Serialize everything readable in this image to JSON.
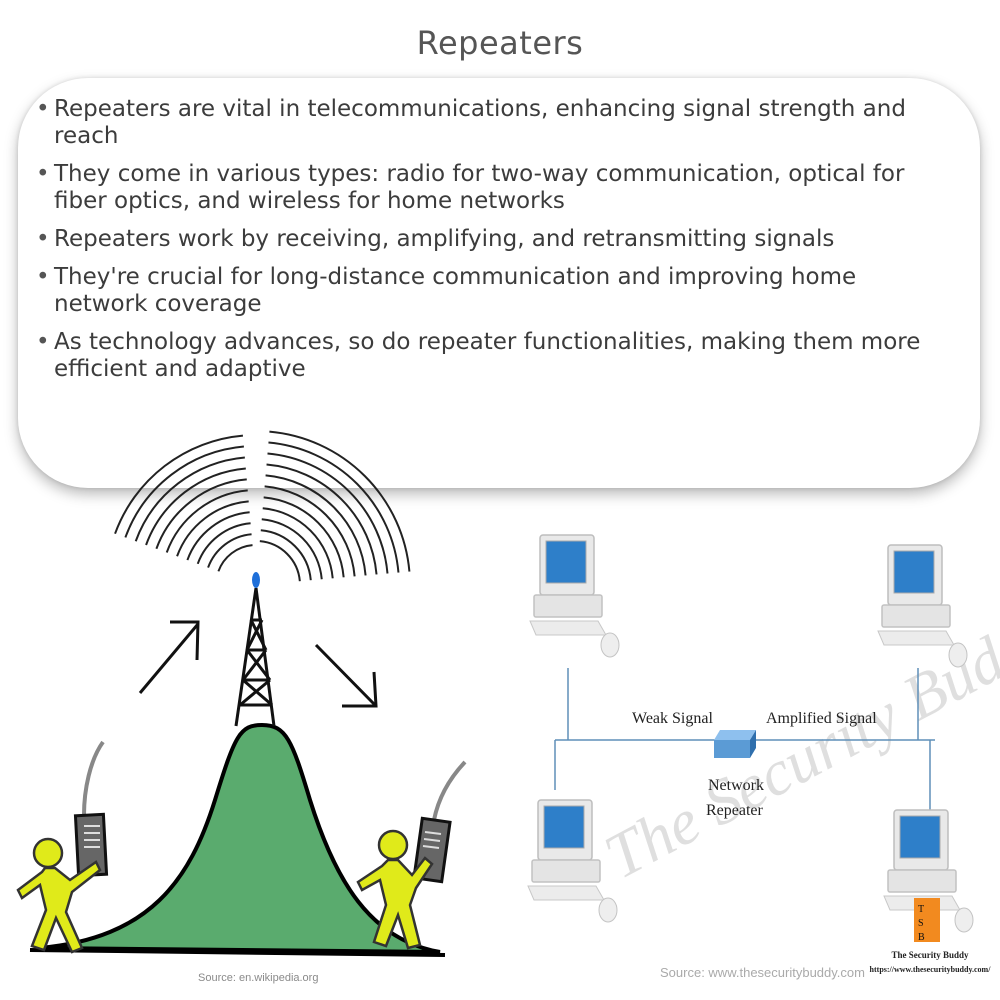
{
  "title": "Repeaters",
  "bullets": [
    "Repeaters are vital in telecommunications, enhancing signal strength and reach",
    "They come in various types: radio for two-way communication, optical for fiber optics, and wireless for home networks",
    "Repeaters work by receiving, amplifying, and retransmitting signals",
    "They're crucial for long-distance communication and improving home network coverage",
    "As technology advances, so do repeater functionalities, making them more efficient and adaptive"
  ],
  "left_figure": {
    "source": "Source: en.wikipedia.org",
    "hill_color": "#5aab6e",
    "person_color": "#e0ea1a"
  },
  "right_figure": {
    "weak_signal": "Weak Signal",
    "amplified_signal": "Amplified Signal",
    "device_line1": "Network",
    "device_line2": "Repeater",
    "watermark": "The Security Buddy",
    "logo_name": "The Security Buddy",
    "logo_url": "https://www.thesecuritybuddy.com/",
    "source": "Source: www.thesecuritybuddy.com",
    "screen_color": "#2e7fc9",
    "repeater_color": "#5b9bd5"
  }
}
